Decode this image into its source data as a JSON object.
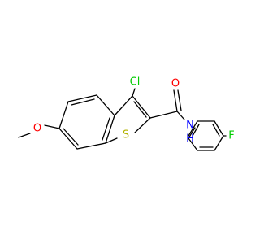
{
  "molecule": {
    "colors": {
      "bond": "#000000",
      "O": "#ff0000",
      "N": "#0000ff",
      "S": "#b2b200",
      "Cl": "#00cc00",
      "F": "#00cc00"
    },
    "labels": {
      "cl": "Cl",
      "o_carbonyl": "O",
      "s": "S",
      "nh": "N\nH",
      "n": "N",
      "h": "H",
      "o_methoxy": "O",
      "f": "F"
    }
  }
}
